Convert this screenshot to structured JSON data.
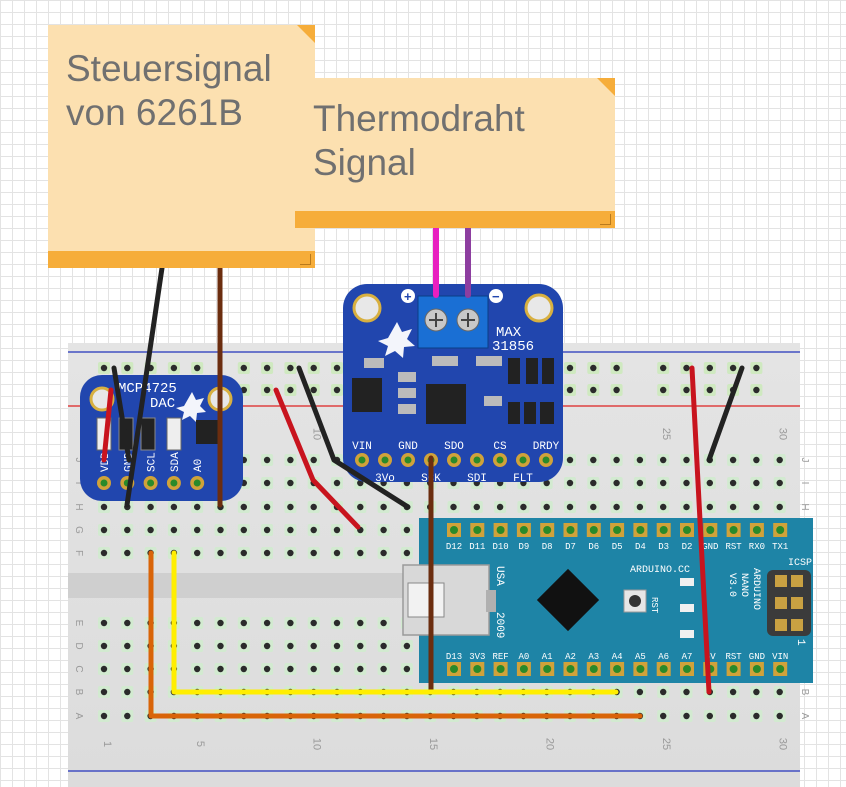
{
  "notes": {
    "control_signal": "Steuersignal\nvon 6261B",
    "thermo_signal": "Thermodraht\nSignal"
  },
  "breadboard": {
    "row_letters_top": [
      "J",
      "I",
      "H",
      "G",
      "F"
    ],
    "row_letters_bottom": [
      "E",
      "D",
      "C",
      "B",
      "A"
    ],
    "col_numbers": [
      "1",
      "5",
      "10",
      "15",
      "20",
      "25",
      "30"
    ]
  },
  "mcp4725": {
    "name_line1": "MCP4725",
    "name_line2": "DAC",
    "pins": [
      "VDD",
      "GND",
      "SCL",
      "SDA",
      "A0"
    ]
  },
  "max31856": {
    "name_line1": "MAX",
    "name_line2": "31856",
    "plus": "+",
    "minus": "−",
    "pins_top": [
      "VIN",
      "GND",
      "SDO",
      "CS",
      "DRDY"
    ],
    "pins_bottom": [
      "3Vo",
      "SCK",
      "SDI",
      "FLT"
    ]
  },
  "nano": {
    "top_pins": [
      "D12",
      "D11",
      "D10",
      "D9",
      "D8",
      "D7",
      "D6",
      "D5",
      "D4",
      "D3",
      "D2",
      "GND",
      "RST",
      "RX0",
      "TX1"
    ],
    "bottom_pins": [
      "D13",
      "3V3",
      "REF",
      "A0",
      "A1",
      "A2",
      "A3",
      "A4",
      "A5",
      "A6",
      "A7",
      "5V",
      "RST",
      "GND",
      "VIN"
    ],
    "usa": "USA",
    "year": "2009",
    "website": "ARDUINO.CC",
    "rst_label": "RST",
    "brand": "ARDUINO",
    "model": "NANO",
    "version": "V3.0",
    "icsp": "ICSP",
    "icsp_one": "1"
  },
  "colors": {
    "board_blue": "#2146ae",
    "nano_blue": "#1e84a6",
    "wire_red": "#c8141e",
    "wire_black": "#222222",
    "wire_brown": "#6b2d0f",
    "wire_yellow": "#ffee00",
    "wire_orange": "#d96408",
    "wire_pink": "#e820c0",
    "wire_purple": "#8d3ea0",
    "note_fill": "#fce0b0",
    "note_bar": "#f6ad3a"
  }
}
